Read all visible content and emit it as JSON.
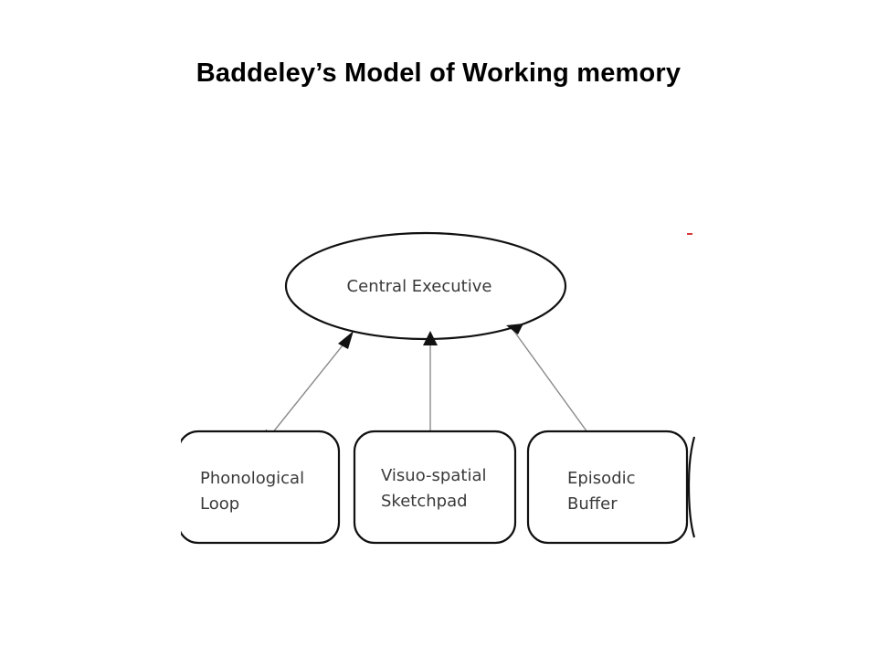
{
  "slide": {
    "title": "Baddeley’s Model of Working memory"
  },
  "diagram": {
    "central": {
      "label": "Central Executive"
    },
    "components": [
      {
        "line1": "Phonological",
        "line2": "Loop"
      },
      {
        "line1": "Visuo-spatial",
        "line2": "Sketchpad"
      },
      {
        "line1": "Episodic",
        "line2": "Buffer"
      }
    ],
    "colors": {
      "outline": "#111111",
      "connector": "#8a8a8a",
      "label_text": "#3a3a3a"
    }
  }
}
